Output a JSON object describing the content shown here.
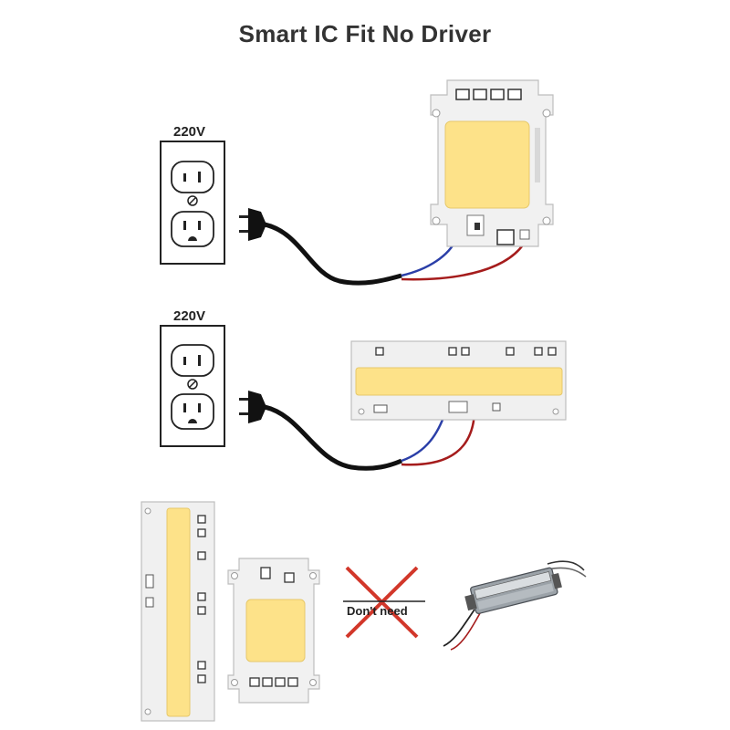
{
  "header": {
    "title": "Smart IC Fit No Driver"
  },
  "setup_top": {
    "voltage_label": "220V"
  },
  "setup_middle": {
    "voltage_label": "220V"
  },
  "comparison": {
    "cross_label": "Don't need"
  },
  "colors": {
    "led_yellow": "#fde289",
    "wire_blue": "#2b3fa8",
    "wire_red": "#a51c1c",
    "cross_red": "#d2372a",
    "cord_black": "#111111"
  }
}
